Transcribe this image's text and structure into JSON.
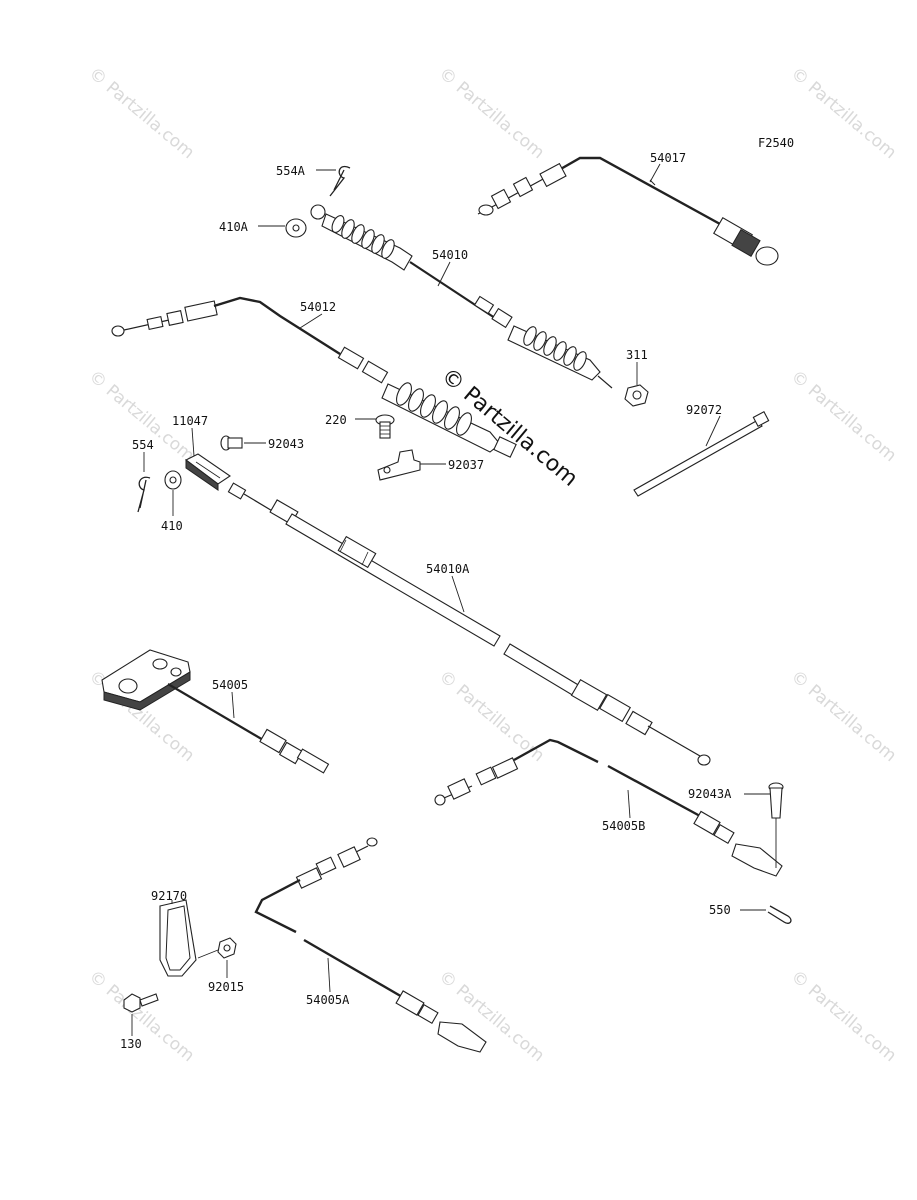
{
  "figure_code": "F2540",
  "watermark_text": "© Partzilla.com",
  "colors": {
    "line": "#222222",
    "watermark": "#d9d9d9",
    "background": "#ffffff"
  },
  "parts": {
    "p554A": "554A",
    "p410A": "410A",
    "p54017": "54017",
    "p54010": "54010",
    "p54012": "54012",
    "p311": "311",
    "p220": "220",
    "p11047": "11047",
    "p92043": "92043",
    "p554": "554",
    "p410": "410",
    "p92037": "92037",
    "p92072": "92072",
    "p54010A": "54010A",
    "p54005": "54005",
    "p92043A": "92043A",
    "p54005B": "54005B",
    "p550": "550",
    "p92170": "92170",
    "p92015": "92015",
    "p130": "130",
    "p54005A": "54005A"
  }
}
